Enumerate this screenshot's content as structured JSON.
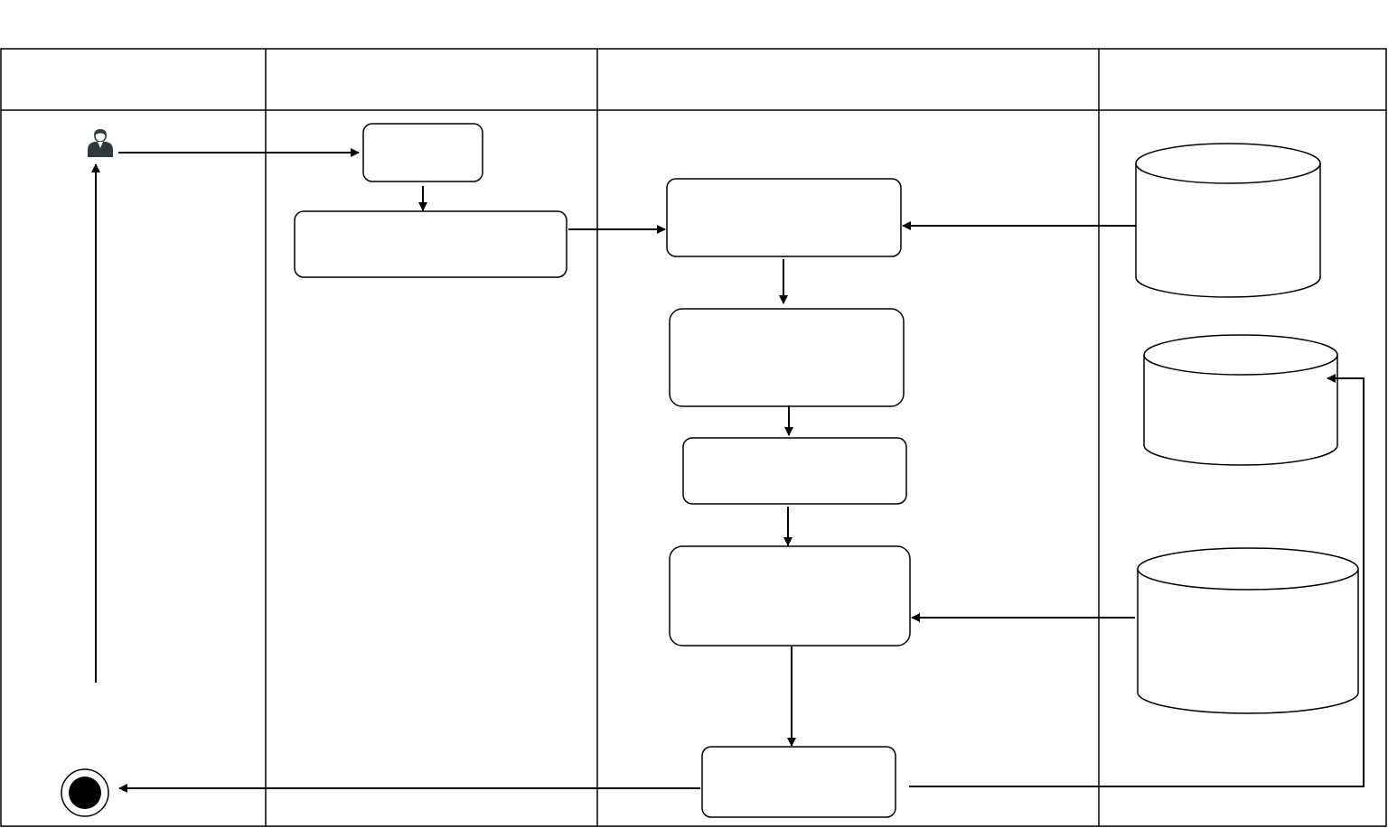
{
  "diagram": {
    "type": "swimlane-activity-diagram",
    "lanes": [
      {
        "id": "lane-1",
        "label": ""
      },
      {
        "id": "lane-2",
        "label": ""
      },
      {
        "id": "lane-3",
        "label": ""
      },
      {
        "id": "lane-4",
        "label": ""
      }
    ],
    "nodes": [
      {
        "id": "actor",
        "kind": "actor-icon",
        "label": ""
      },
      {
        "id": "box-1",
        "kind": "activity",
        "label": ""
      },
      {
        "id": "box-2",
        "kind": "activity",
        "label": ""
      },
      {
        "id": "box-3",
        "kind": "activity",
        "label": ""
      },
      {
        "id": "box-4",
        "kind": "activity",
        "label": ""
      },
      {
        "id": "box-5",
        "kind": "activity",
        "label": ""
      },
      {
        "id": "box-6",
        "kind": "activity",
        "label": ""
      },
      {
        "id": "box-7",
        "kind": "activity",
        "label": ""
      },
      {
        "id": "db-1",
        "kind": "datastore",
        "label": ""
      },
      {
        "id": "db-2",
        "kind": "datastore",
        "label": ""
      },
      {
        "id": "db-3",
        "kind": "datastore",
        "label": ""
      },
      {
        "id": "end",
        "kind": "final-node",
        "label": ""
      }
    ],
    "edges": [
      {
        "from": "actor",
        "to": "box-1"
      },
      {
        "from": "box-1",
        "to": "box-2"
      },
      {
        "from": "box-2",
        "to": "box-3"
      },
      {
        "from": "db-1",
        "to": "box-3"
      },
      {
        "from": "box-3",
        "to": "box-4"
      },
      {
        "from": "box-4",
        "to": "box-5"
      },
      {
        "from": "box-5",
        "to": "box-6"
      },
      {
        "from": "db-3",
        "to": "box-6"
      },
      {
        "from": "box-6",
        "to": "box-7"
      },
      {
        "from": "box-7",
        "to": "end"
      },
      {
        "from": "box-7",
        "to": "db-2"
      },
      {
        "from": "end",
        "to": "actor"
      }
    ],
    "colors": {
      "stroke": "#000000",
      "fill": "#ffffff",
      "end_fill": "#000000",
      "actor_body": "#2f3a3c"
    }
  }
}
